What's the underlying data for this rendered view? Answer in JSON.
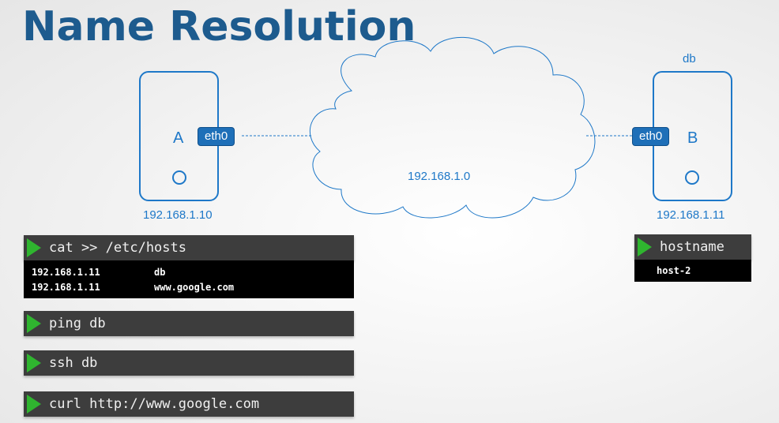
{
  "title": "Name Resolution",
  "network": {
    "label": "192.168.1.0"
  },
  "host_a": {
    "letter": "A",
    "interface": "eth0",
    "ip": "192.168.1.10"
  },
  "host_b": {
    "letter": "B",
    "interface": "eth0",
    "ip": "192.168.1.11",
    "name": "db"
  },
  "terminals": {
    "hosts_cmd": "cat >> /etc/hosts",
    "hosts_rows": [
      {
        "ip": "192.168.1.11",
        "name": "db"
      },
      {
        "ip": "192.168.1.11",
        "name": "www.google.com"
      }
    ],
    "ping_cmd": "ping db",
    "ssh_cmd": "ssh db",
    "curl_cmd": "curl http://www.google.com",
    "hostname_cmd": "hostname",
    "hostname_out": "host-2"
  },
  "colors": {
    "accent": "#1e78c8",
    "title": "#1d5b8e",
    "prompt": "#2fb52f"
  }
}
